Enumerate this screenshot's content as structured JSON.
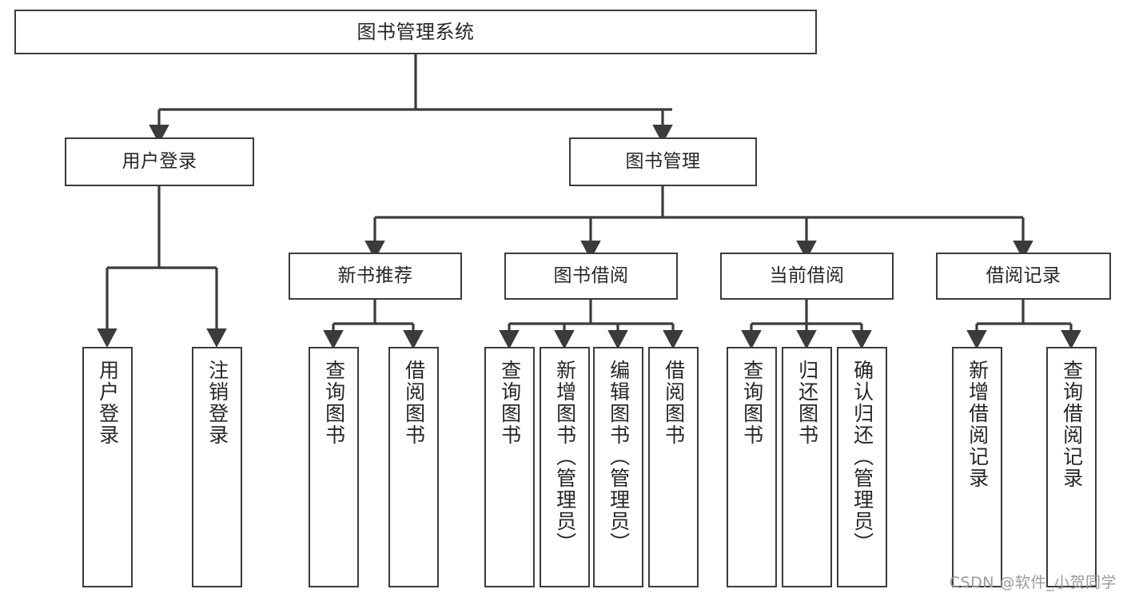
{
  "diagram": {
    "type": "tree-hierarchy",
    "title": "图书管理系统",
    "root": {
      "id": "root",
      "label": "图书管理系统"
    },
    "level1": [
      {
        "id": "user-login",
        "label": "用户登录"
      },
      {
        "id": "book-manage",
        "label": "图书管理"
      }
    ],
    "level2": [
      {
        "id": "new-book-rec",
        "label": "新书推荐",
        "parent": "book-manage"
      },
      {
        "id": "book-borrow",
        "label": "图书借阅",
        "parent": "book-manage"
      },
      {
        "id": "current-borrow",
        "label": "当前借阅",
        "parent": "book-manage"
      },
      {
        "id": "borrow-record",
        "label": "借阅记录",
        "parent": "book-manage"
      }
    ],
    "leaves": [
      {
        "id": "leaf-user-login",
        "label": "用户登录",
        "parent": "user-login"
      },
      {
        "id": "leaf-logout",
        "label": "注销登录",
        "parent": "user-login"
      },
      {
        "id": "leaf-query-book-1",
        "label": "查询图书",
        "parent": "new-book-rec"
      },
      {
        "id": "leaf-borrow-book-1",
        "label": "借阅图书",
        "parent": "new-book-rec"
      },
      {
        "id": "leaf-query-book-2",
        "label": "查询图书",
        "parent": "book-borrow"
      },
      {
        "id": "leaf-add-book",
        "label": "新增图书（管理员）",
        "parent": "book-borrow"
      },
      {
        "id": "leaf-edit-book",
        "label": "编辑图书（管理员）",
        "parent": "book-borrow"
      },
      {
        "id": "leaf-borrow-book-2",
        "label": "借阅图书",
        "parent": "book-borrow"
      },
      {
        "id": "leaf-query-book-3",
        "label": "查询图书",
        "parent": "current-borrow"
      },
      {
        "id": "leaf-return-book",
        "label": "归还图书",
        "parent": "current-borrow"
      },
      {
        "id": "leaf-confirm-return",
        "label": "确认归还（管理员）",
        "parent": "current-borrow"
      },
      {
        "id": "leaf-add-record",
        "label": "新增借阅记录",
        "parent": "borrow-record"
      },
      {
        "id": "leaf-query-record",
        "label": "查询借阅记录",
        "parent": "borrow-record"
      }
    ],
    "colors": {
      "stroke": "#3b3b3b",
      "fill": "#ffffff",
      "text": "#262626",
      "watermark": "#9a9a9a"
    }
  },
  "watermark": {
    "text": "CSDN @软件_小贺同学"
  }
}
